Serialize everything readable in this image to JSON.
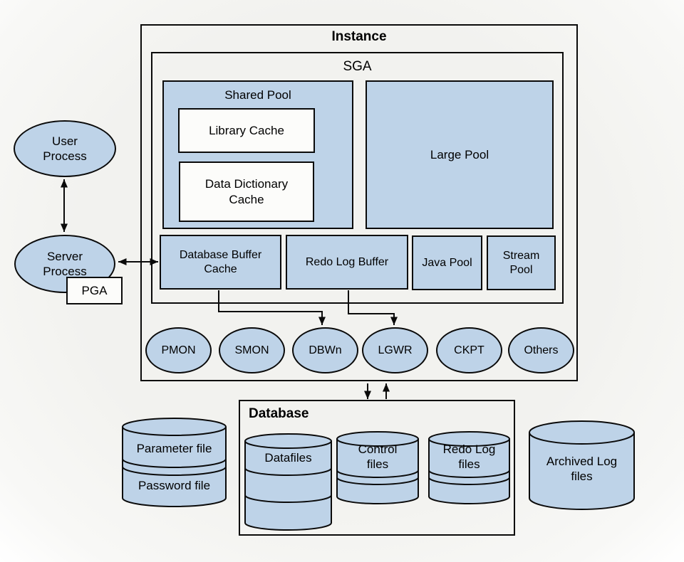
{
  "instance": {
    "title": "Instance"
  },
  "sga": {
    "title": "SGA",
    "shared_pool": {
      "title": "Shared Pool",
      "library_cache": "Library Cache",
      "data_dictionary_cache": "Data Dictionary Cache"
    },
    "large_pool": "Large Pool",
    "buffers": {
      "database_buffer_cache": "Database Buffer Cache",
      "redo_log_buffer": "Redo Log Buffer",
      "java_pool": "Java Pool",
      "stream_pool": "Stream Pool"
    }
  },
  "background_processes": [
    {
      "label": "PMON"
    },
    {
      "label": "SMON"
    },
    {
      "label": "DBWn"
    },
    {
      "label": "LGWR"
    },
    {
      "label": "CKPT"
    },
    {
      "label": "Others"
    }
  ],
  "client_side": {
    "user_process": "User Process",
    "server_process": "Server Process",
    "pga": "PGA"
  },
  "database": {
    "title": "Database",
    "datafiles": "Datafiles",
    "control_files": "Control files",
    "redo_log_files": "Redo Log files"
  },
  "standalone_files": {
    "parameter_file": "Parameter file",
    "password_file": "Password file",
    "archived_log_files": "Archived Log files"
  },
  "colors": {
    "shape_fill": "#bed3e8",
    "shape_border": "#0a0a0a",
    "white_fill": "#fcfcfa",
    "background": "#f2f2ef"
  }
}
